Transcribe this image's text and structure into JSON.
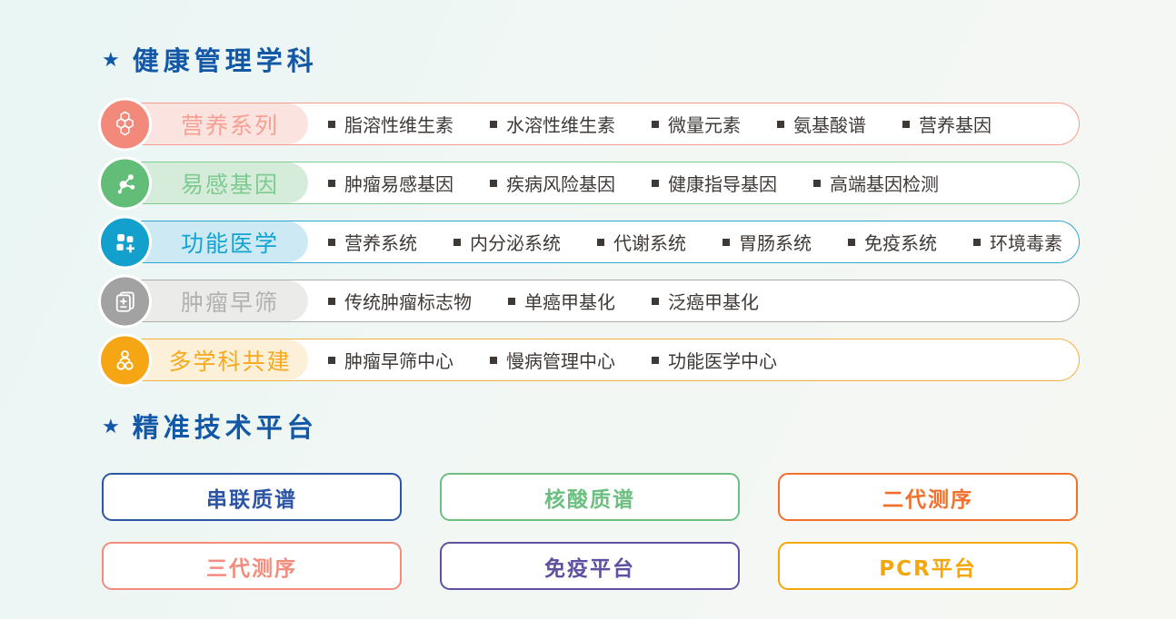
{
  "page": {
    "background_start": "#e9f6f4",
    "background_end": "#f6f7f3",
    "item_text_color": "#3f3936",
    "title_color": "#1258a6"
  },
  "disciplines": {
    "star": "★",
    "title": "健康管理学科",
    "rows": [
      {
        "label": "营养系列",
        "icon": "honeycomb-icon",
        "color": "#f2897a",
        "border_color": "#f59d90",
        "tint": "#fbe4e0",
        "label_color": "#f5a093",
        "items": [
          "脂溶性维生素",
          "水溶性维生素",
          "微量元素",
          "氨基酸谱",
          "营养基因"
        ]
      },
      {
        "label": "易感基因",
        "icon": "molecule-icon",
        "color": "#62bd78",
        "border_color": "#7fca90",
        "tint": "#d5ecdb",
        "label_color": "#7fca90",
        "items": [
          "肿瘤易感基因",
          "疾病风险基因",
          "健康指导基因",
          "高端基因检测"
        ]
      },
      {
        "label": "功能医学",
        "icon": "grid-plus-icon",
        "color": "#14a0cc",
        "border_color": "#2da7d2",
        "tint": "#cde9f4",
        "label_color": "#14a3d1",
        "items": [
          "营养系统",
          "内分泌系统",
          "代谢系统",
          "胃肠系统",
          "免疫系统",
          "环境毒素"
        ]
      },
      {
        "label": "肿瘤早筛",
        "icon": "document-plusminus-icon",
        "color": "#a2a2a2",
        "border_color": "#ababab",
        "tint": "#ebebea",
        "label_color": "#b3b1b0",
        "items": [
          "传统肿瘤标志物",
          "单癌甲基化",
          "泛癌甲基化"
        ]
      },
      {
        "label": "多学科共建",
        "icon": "people-icon",
        "color": "#f6a615",
        "border_color": "#f3b23e",
        "tint": "#fdf0d8",
        "label_color": "#f7a81d",
        "items": [
          "肿瘤早筛中心",
          "慢病管理中心",
          "功能医学中心"
        ]
      }
    ]
  },
  "platforms": {
    "star": "★",
    "title": "精准技术平台",
    "buttons": [
      {
        "label": "串联质谱",
        "color": "#2d55a5"
      },
      {
        "label": "核酸质谱",
        "color": "#6cbf81"
      },
      {
        "label": "二代测序",
        "color": "#f0702c"
      },
      {
        "label": "三代测序",
        "color": "#f28d7e"
      },
      {
        "label": "免疫平台",
        "color": "#60509f"
      },
      {
        "label": "PCR平台",
        "color": "#f3a70c"
      }
    ]
  }
}
